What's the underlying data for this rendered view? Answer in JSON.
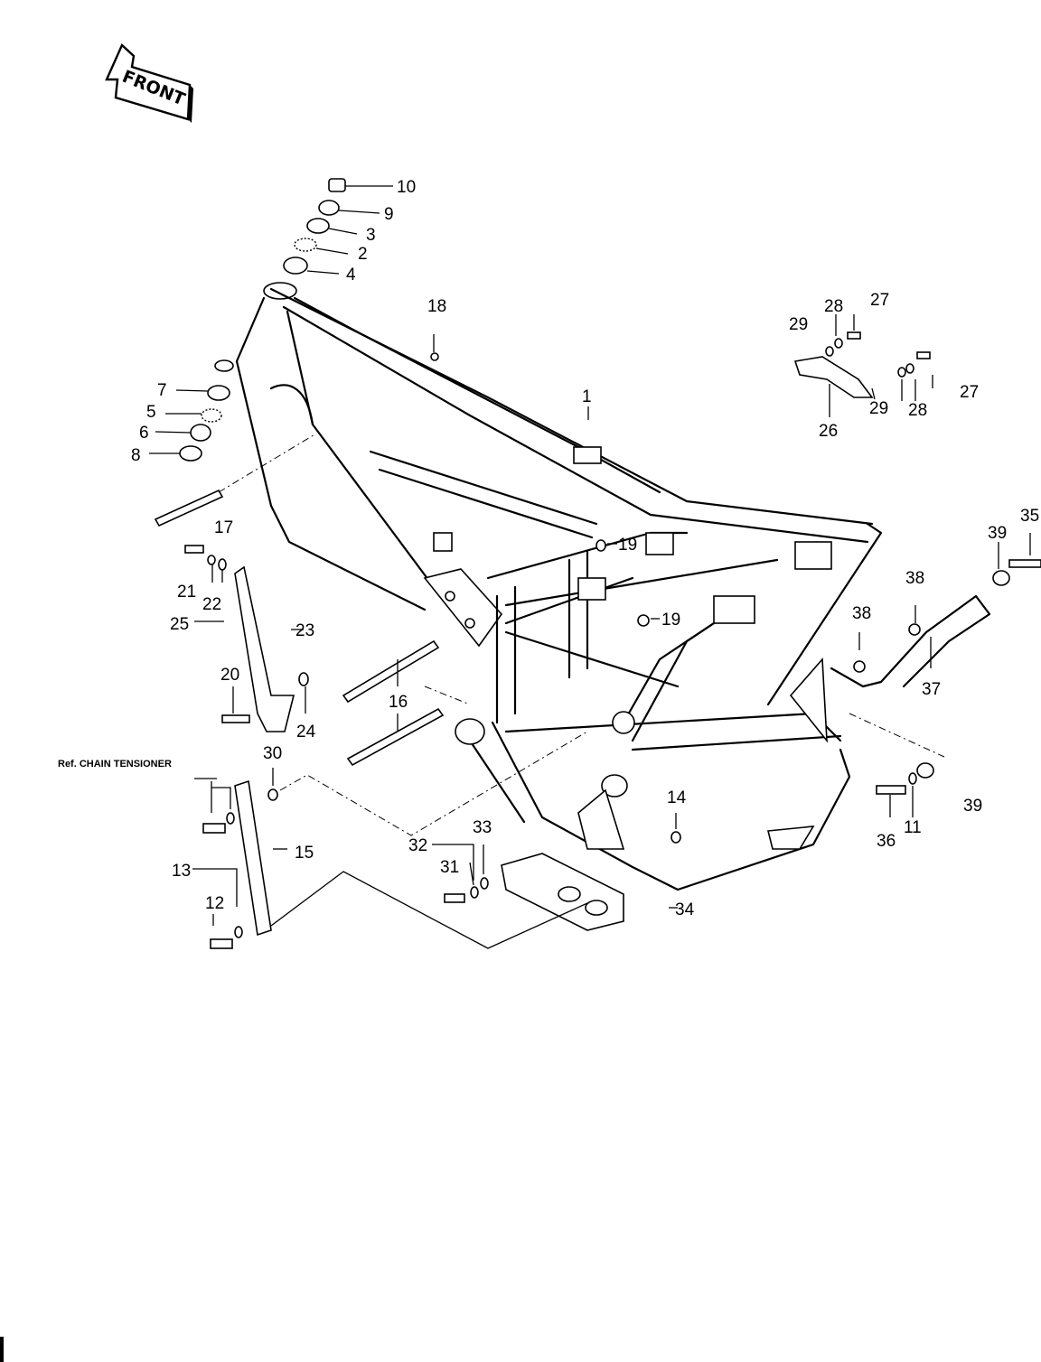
{
  "front_arrow": {
    "label": "FRONT",
    "icon": "front-direction-arrow-icon"
  },
  "reference_note": "Ref. CHAIN TENSIONER",
  "callouts": [
    "1",
    "2",
    "3",
    "4",
    "5",
    "6",
    "7",
    "8",
    "9",
    "10",
    "11",
    "12",
    "13",
    "14",
    "15",
    "16",
    "17",
    "18",
    "19",
    "19",
    "20",
    "21",
    "22",
    "23",
    "24",
    "25",
    "26",
    "27",
    "27",
    "28",
    "28",
    "29",
    "29",
    "30",
    "31",
    "32",
    "33",
    "34",
    "35",
    "36",
    "37",
    "38",
    "38",
    "39",
    "39"
  ]
}
